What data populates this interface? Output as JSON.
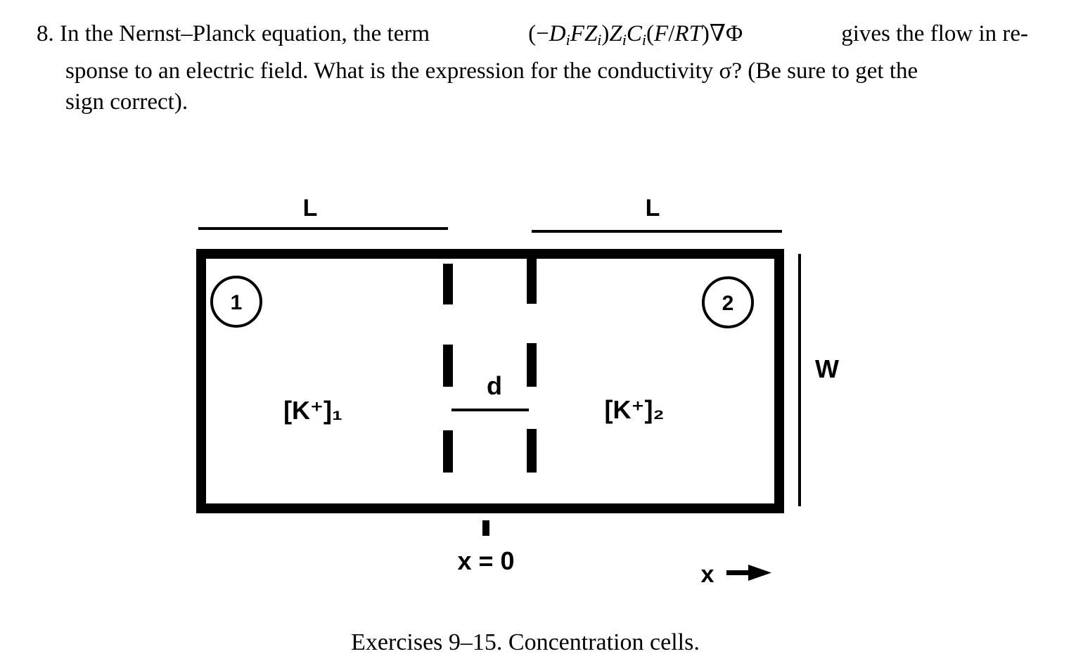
{
  "problem": {
    "number": "8.",
    "line1_a": "In the Nernst–Planck equation, the term ",
    "term": "(−DiFZi)ZiCi(F/RT)∇Φ",
    "line1_b": " gives the flow in re-",
    "line2": "sponse to an electric field. What is the expression for the conductivity σ? (Be sure to get the",
    "line3": "sign correct)."
  },
  "diagram": {
    "length_label_left": "L",
    "length_label_right": "L",
    "width_label": "W",
    "compartment_1": "1",
    "compartment_2": "2",
    "conc_left": "[K⁺]₁",
    "conc_right": "[K⁺]₂",
    "pore_width_label": "d",
    "origin_label": "x = 0",
    "axis_label": "x"
  },
  "caption": "Exercises 9–15. Concentration cells."
}
